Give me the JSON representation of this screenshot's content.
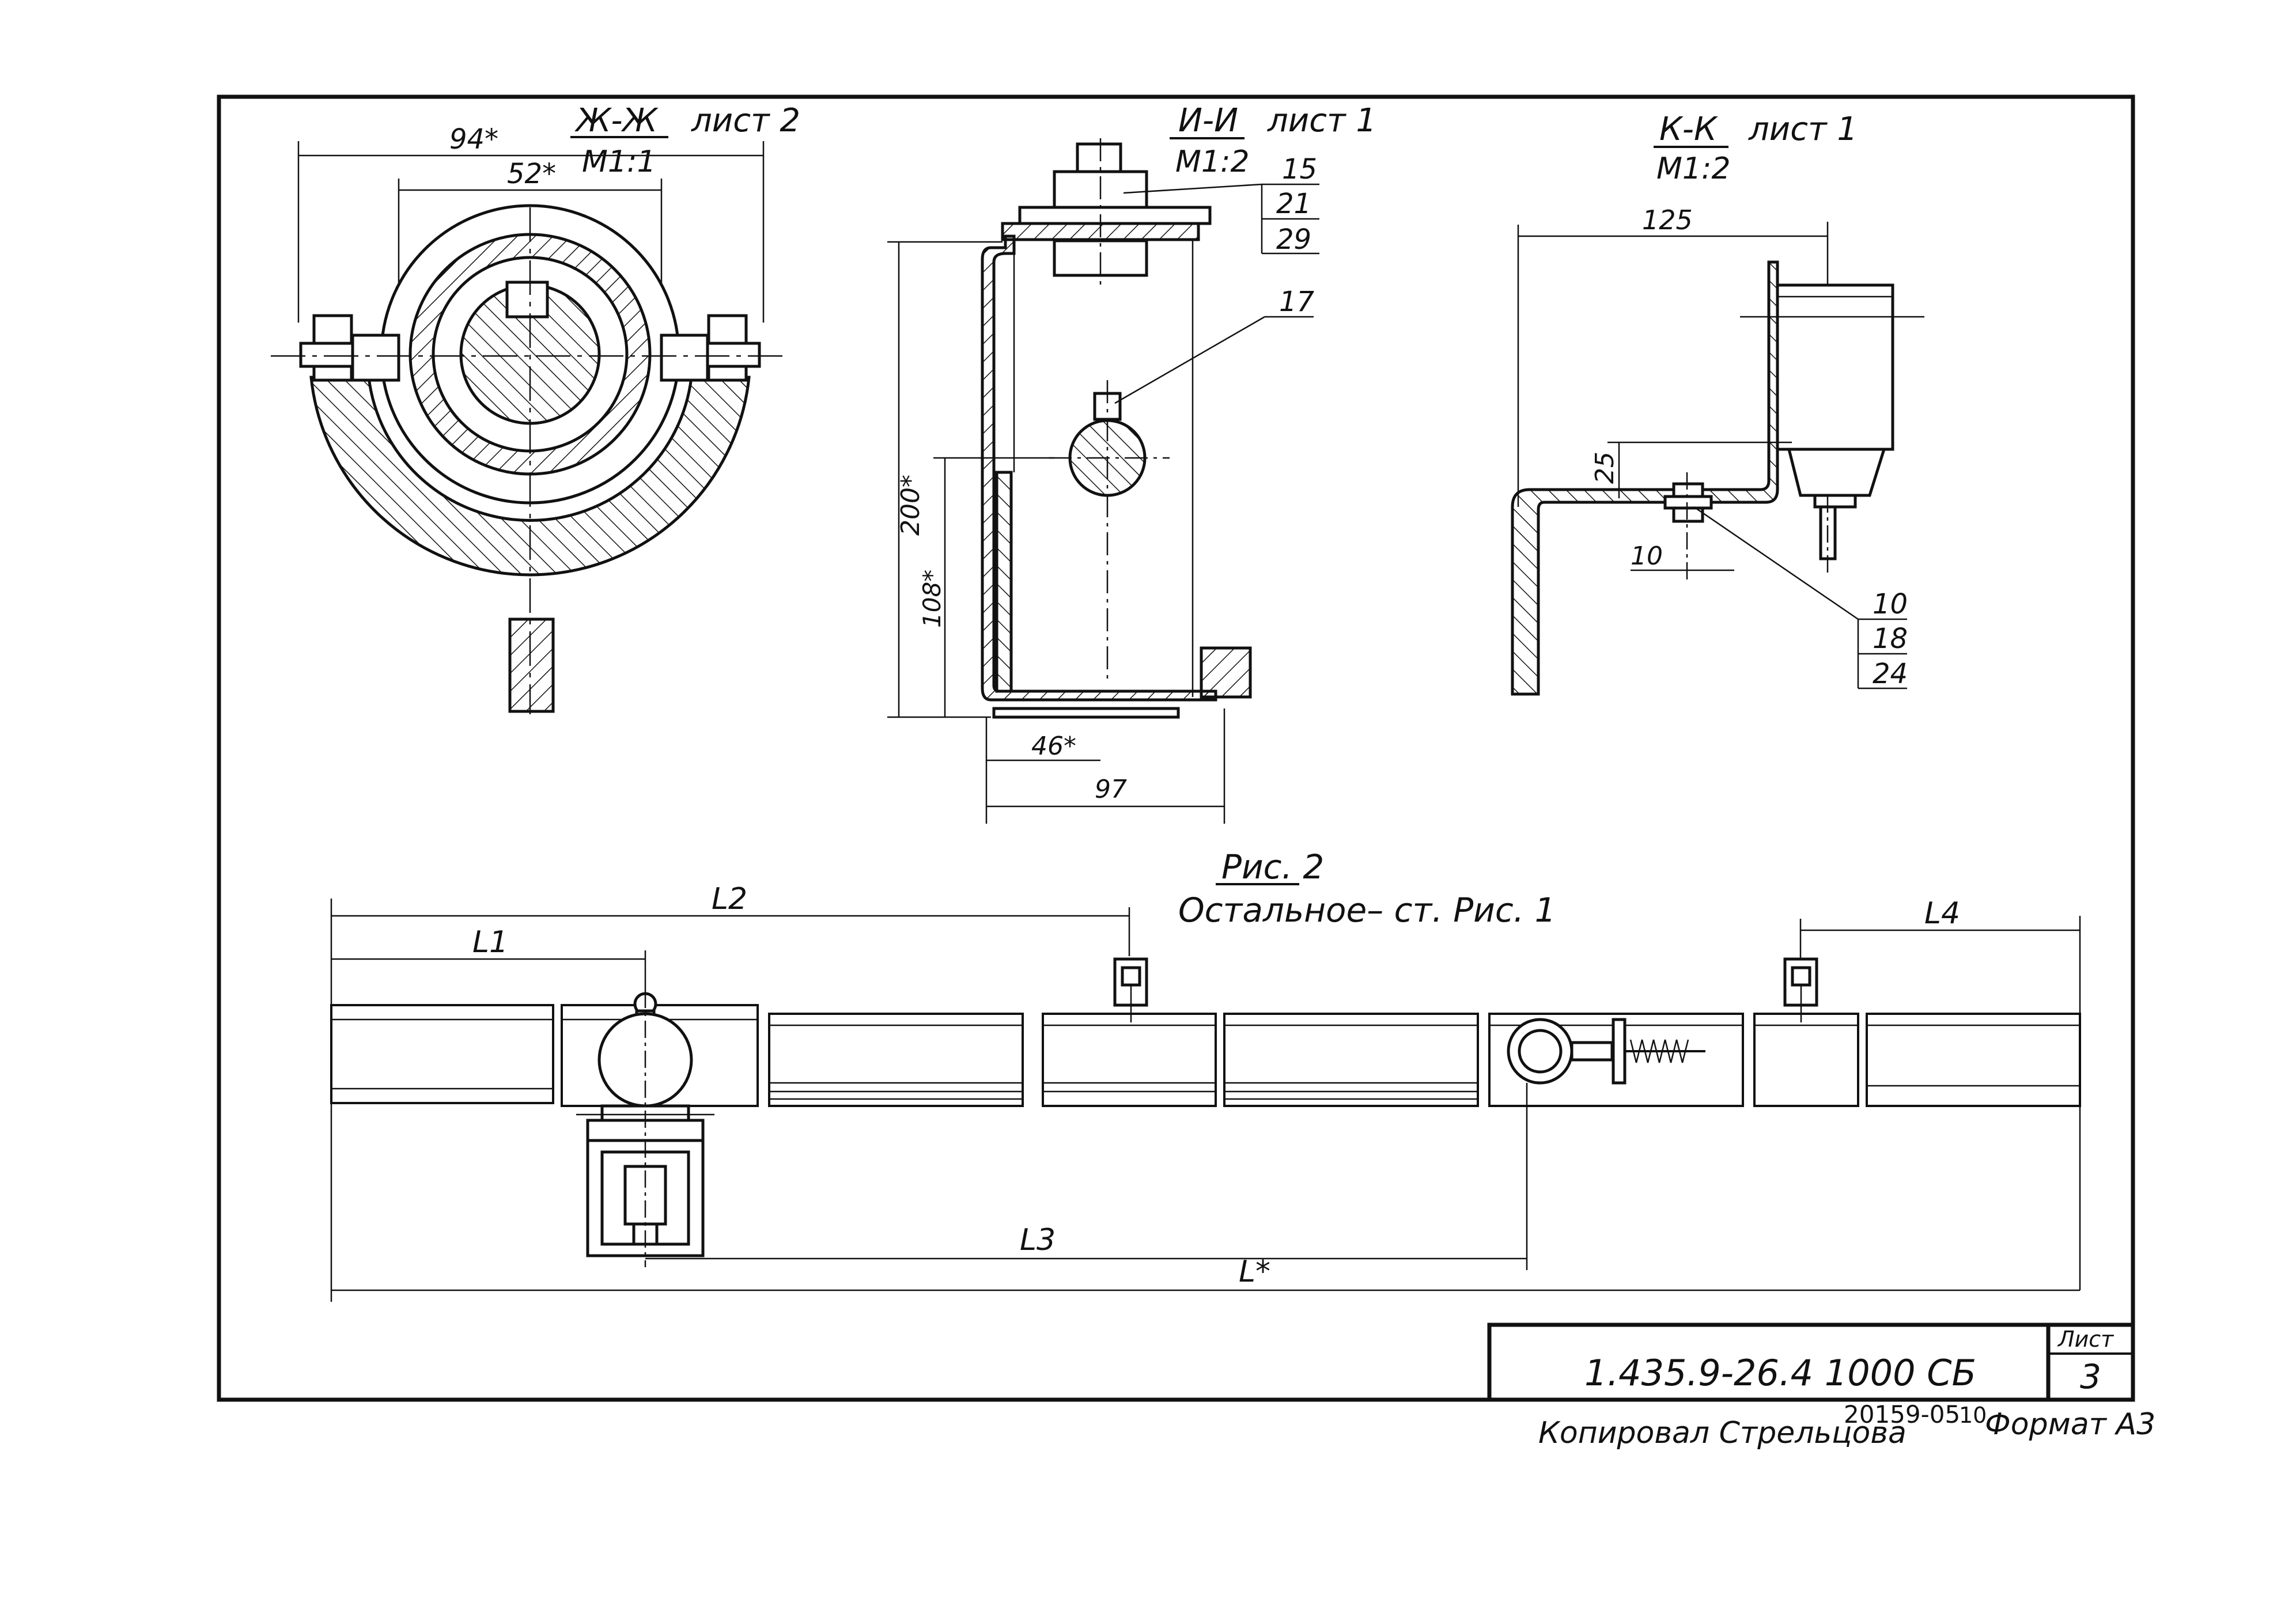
{
  "section_zh": {
    "label": "Ж-Ж",
    "scale": "М1:1",
    "sheet_ref": "лист 2",
    "dim_outer": "94*",
    "dim_inner": "52*"
  },
  "section_ii": {
    "label": "И-И",
    "scale": "М1:2",
    "sheet_ref": "лист 1",
    "callouts": [
      "15",
      "21",
      "29"
    ],
    "callout_single": "17",
    "dim_height": "200*",
    "dim_sub_height": "108*",
    "dim_width_small": "46*",
    "dim_width": "97"
  },
  "section_kk": {
    "label": "К-К",
    "scale": "М1:2",
    "sheet_ref": "лист 1",
    "dim_width": "125",
    "dim_vertical": "25",
    "dim_small": "10",
    "callouts": [
      "10",
      "18",
      "24"
    ]
  },
  "figure": {
    "title": "Рис. 2",
    "note": "Остальное– ст. Рис. 1",
    "dims": {
      "l1": "L1",
      "l2": "L2",
      "l3": "L3",
      "l4": "L4",
      "total": "L*"
    }
  },
  "title_block": {
    "designation": "1.435.9-26.4 1000 СБ",
    "sheet_label": "Лист",
    "sheet_number": "3"
  },
  "footer": {
    "copied_by": "Копировал Стрельцова",
    "order_number": "20159-05",
    "copy_number": "10",
    "format": "Формат А3"
  }
}
